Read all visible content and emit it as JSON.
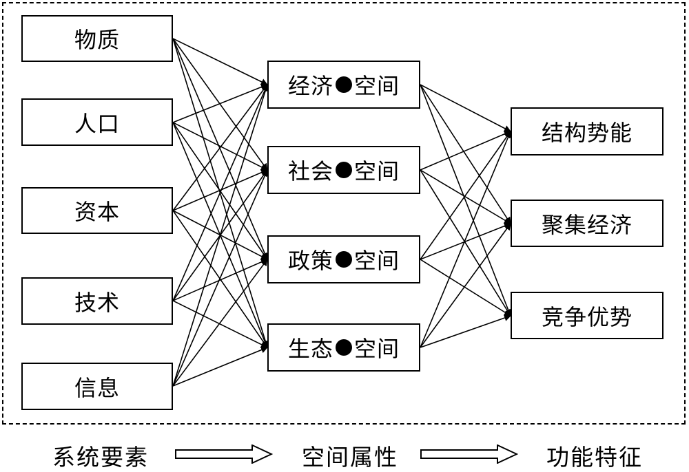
{
  "elements": [
    {
      "id": "wuzhi",
      "label": "物质"
    },
    {
      "id": "renkou",
      "label": "人口"
    },
    {
      "id": "ziben",
      "label": "资本"
    },
    {
      "id": "jishu",
      "label": "技术"
    },
    {
      "id": "xinxi",
      "label": "信息"
    }
  ],
  "spaces": [
    {
      "id": "jingji",
      "left": "经济",
      "right": "空间"
    },
    {
      "id": "shehui",
      "left": "社会",
      "right": "空间"
    },
    {
      "id": "zhengce",
      "left": "政策",
      "right": "空间"
    },
    {
      "id": "shengtai",
      "left": "生态",
      "right": "空间"
    }
  ],
  "functions": [
    {
      "id": "jiegou",
      "label": "结构势能"
    },
    {
      "id": "juji",
      "label": "聚集经济"
    },
    {
      "id": "jingzheng",
      "label": "竞争优势"
    }
  ],
  "footer": {
    "stage1": "系统要素",
    "stage2": "空间属性",
    "stage3": "功能特征"
  },
  "connections": "all-to-all"
}
